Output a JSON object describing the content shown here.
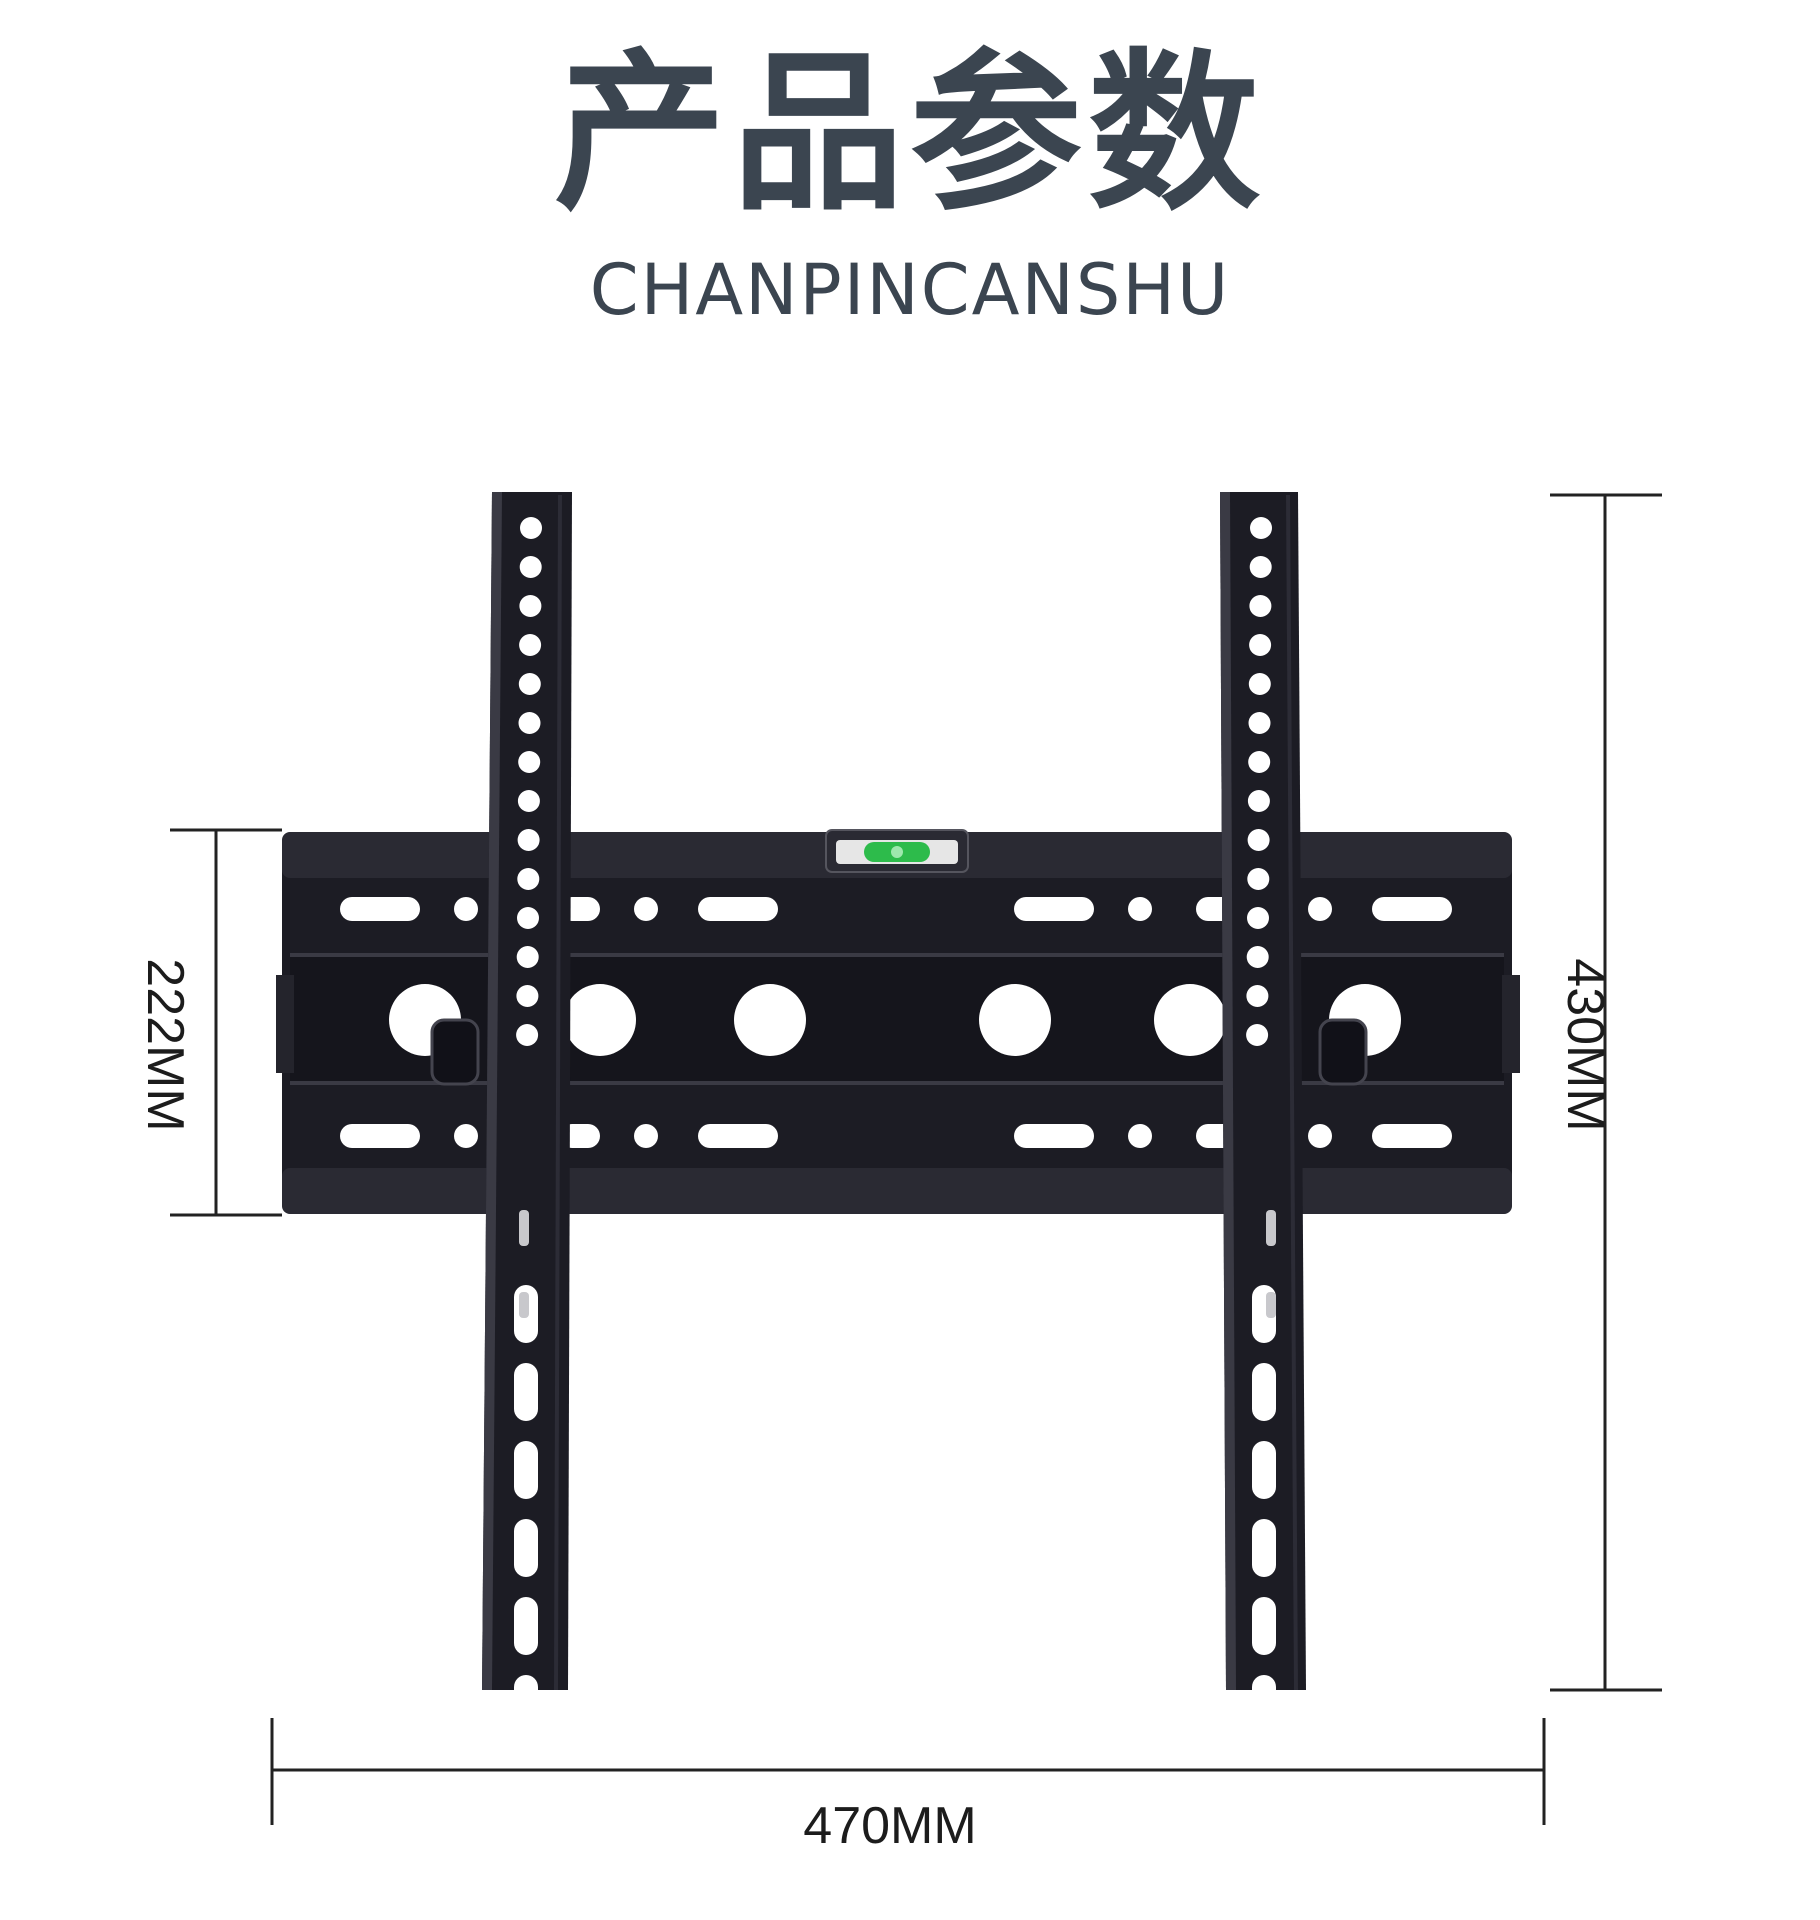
{
  "header": {
    "title": "产品参数",
    "subtitle": "CHANPINCANSHU"
  },
  "dimensions": {
    "width_label": "470MM",
    "height_label": "430MM",
    "crossbar_label": "222MM"
  },
  "colors": {
    "metal": "#1c1c24",
    "metal_edge": "#3a3a44",
    "holes": "#ffffff",
    "level_bubble": "#2dbb4b",
    "dimension_line": "#222222",
    "title_text": "#3b4550"
  }
}
